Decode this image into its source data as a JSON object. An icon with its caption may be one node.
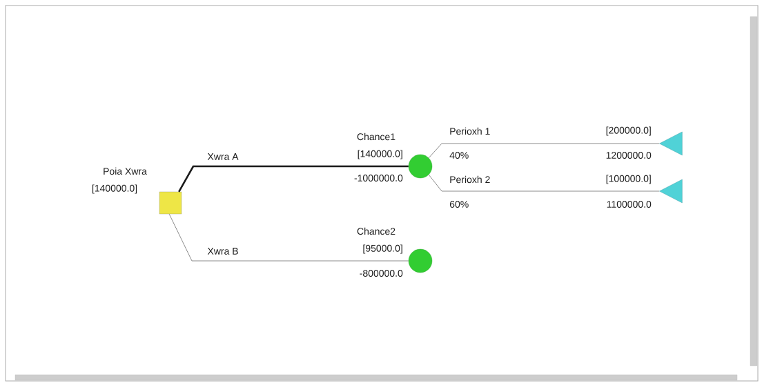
{
  "diagram": {
    "nodes": [
      {
        "text": [],
        "shape": "box",
        "beside": [
          "Poia Xwra",
          "[140000.0]"
        ]
      },
      {
        "text": [],
        "shape": "circle",
        "beside": [
          "Chance1",
          "[140000.0]"
        ]
      },
      {
        "text": [],
        "shape": "circle",
        "beside": [
          "Chance2",
          "[95000.0]"
        ]
      },
      {
        "text": [],
        "shape": "triangle"
      },
      {
        "text": [],
        "shape": "triangle"
      }
    ],
    "edges": [
      {
        "from": 0,
        "to": 1,
        "arrow": "none",
        "label": "Xwra A",
        "style": "thick",
        "color": "#1a1a1a"
      },
      {
        "from": 1,
        "to": 3,
        "arrow": "none",
        "label": "Perioxh 1"
      },
      {
        "from": 1,
        "to": 4,
        "arrow": "none",
        "label": "Perioxh 2"
      },
      {
        "from": 0,
        "to": 2,
        "arrow": "none",
        "label": "Xwra B"
      }
    ],
    "labels": [
      "[200000.0]",
      "40%",
      "1200000.0",
      "-1000000.0",
      "[100000.0]",
      "60%",
      "1100000.0",
      "-800000.0"
    ]
  }
}
